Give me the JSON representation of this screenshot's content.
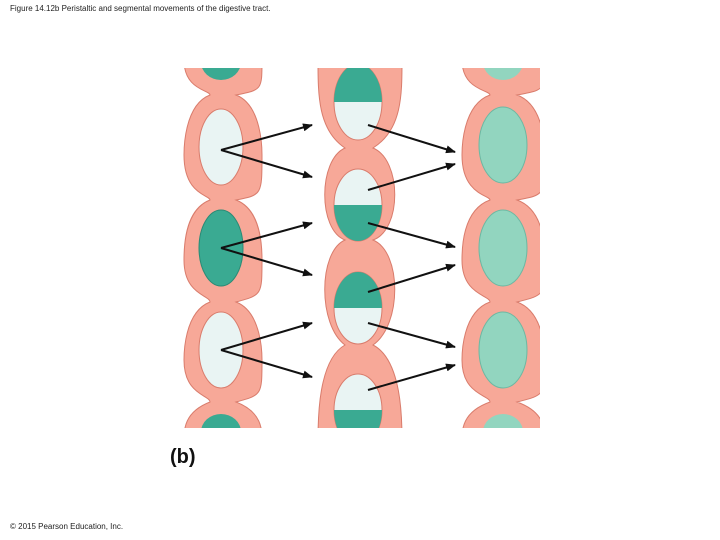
{
  "figure_title": "Figure 14.12b Peristaltic and segmental movements of the digestive tract.",
  "panel_label": "(b)",
  "copyright": "© 2015 Pearson Education, Inc.",
  "colors": {
    "tube_wall": "#f7a898",
    "wall_outline": "#d97c6c",
    "lumen_empty": "#e9f4f3",
    "food_dark": "#3aaa92",
    "food_light": "#92d5bf",
    "arrow": "#111111"
  },
  "columns": [
    {
      "name": "tube-left",
      "chambers": [
        {
          "fill": "dark",
          "partial": "clipped-top"
        },
        {
          "fill": "empty"
        },
        {
          "fill": "dark"
        },
        {
          "fill": "empty"
        },
        {
          "fill": "dark",
          "partial": "clipped-bottom"
        }
      ]
    },
    {
      "name": "tube-middle",
      "chambers": [
        {
          "fill": "dark-top-half"
        },
        {
          "fill": "dark-bottom-half"
        },
        {
          "fill": "dark-top-half"
        },
        {
          "fill": "dark-bottom-half"
        }
      ]
    },
    {
      "name": "tube-right",
      "chambers": [
        {
          "fill": "light",
          "partial": "clipped-top"
        },
        {
          "fill": "light"
        },
        {
          "fill": "light"
        },
        {
          "fill": "light"
        },
        {
          "fill": "light",
          "partial": "clipped-bottom"
        }
      ]
    }
  ]
}
